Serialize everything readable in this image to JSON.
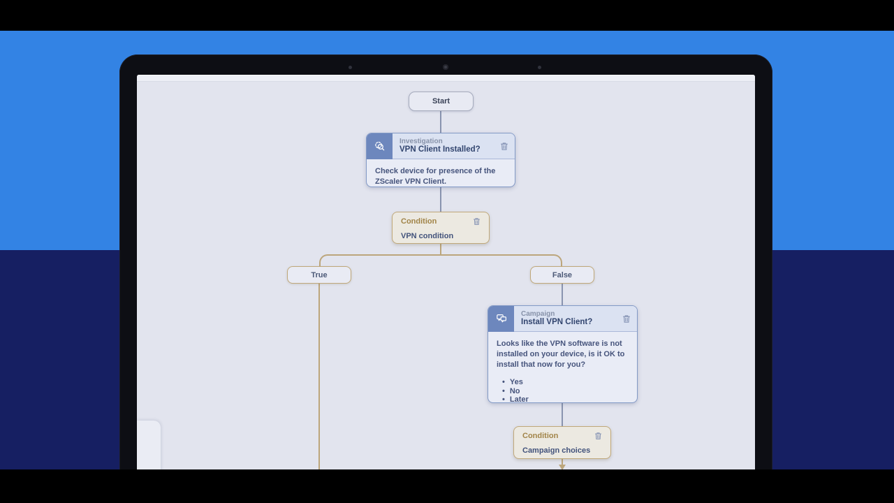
{
  "colors": {
    "background_blue": "#3383e4",
    "background_navy": "#161f62",
    "canvas": "#e2e4ee",
    "card_accent_blue": "#6d87bd",
    "card_border_blue": "#8299c6",
    "condition_accent_tan": "#c0a87a",
    "connector_blue": "#8994af",
    "connector_tan": "#bca67c"
  },
  "icons": {
    "investigation": "gear-magnifier-icon",
    "campaign": "chat-bubbles-icon",
    "delete": "trash-icon",
    "bullet": "•"
  },
  "flow": {
    "start": {
      "label": "Start"
    },
    "investigation": {
      "type_label": "Investigation",
      "title": "VPN Client Installed?",
      "description": "Check device for presence of the ZScaler VPN Client."
    },
    "condition_vpn": {
      "type_label": "Condition",
      "value": "VPN condition"
    },
    "branch_true": {
      "label": "True"
    },
    "branch_false": {
      "label": "False"
    },
    "campaign": {
      "type_label": "Campaign",
      "title": "Install VPN Client?",
      "description": "Looks like the VPN software is not installed on your device, is it OK to install that now for you?",
      "options": [
        "Yes",
        "No",
        "Later"
      ]
    },
    "condition_campaign": {
      "type_label": "Condition",
      "value": "Campaign choices"
    }
  }
}
